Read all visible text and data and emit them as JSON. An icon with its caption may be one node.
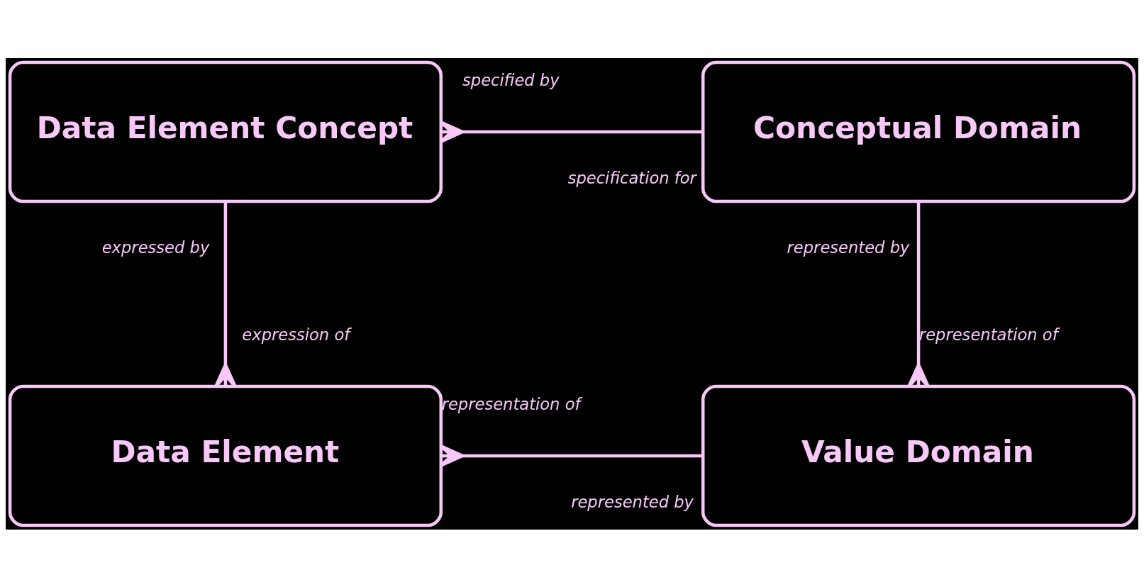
{
  "diagram": {
    "nodes": [
      {
        "text": [
          "Data Element Concept"
        ]
      },
      {
        "text": [
          "Conceptual Domain"
        ]
      },
      {
        "text": [
          "Data Element"
        ]
      },
      {
        "text": [
          "Value Domain"
        ]
      }
    ],
    "edges": [
      {
        "from": 1,
        "to": 0,
        "arrow": "other"
      },
      {
        "from": 0,
        "to": 2,
        "arrow": "other"
      },
      {
        "from": 1,
        "to": 3,
        "arrow": "other"
      },
      {
        "from": 3,
        "to": 2,
        "arrow": "other"
      }
    ],
    "labels": [
      "specified by",
      "specification for",
      "expressed by",
      "represented by",
      "expression of",
      "representation of",
      "representation of",
      "represented by"
    ]
  }
}
